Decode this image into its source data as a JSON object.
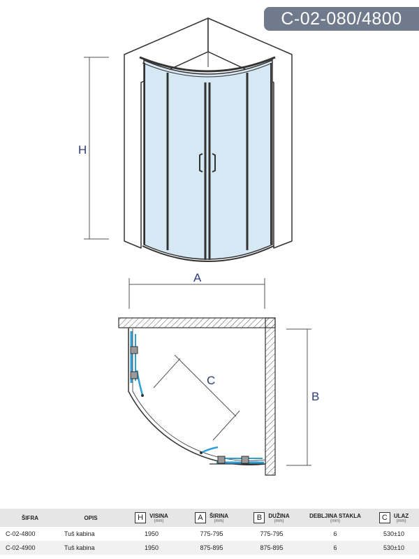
{
  "product_code": "C-02-080/4800",
  "dimension_labels": {
    "height": "H",
    "width": "A",
    "depth": "B",
    "entry": "C"
  },
  "table": {
    "headers": {
      "code": "ŠIFRA",
      "description": "OPIS",
      "height_marker": "H",
      "height": "VISINA",
      "width_marker": "A",
      "width": "ŠIRINA",
      "length_marker": "B",
      "length": "DUŽINA",
      "glass": "DEBLJINA STAKLA",
      "entry_marker": "C",
      "entry": "ULAZ",
      "unit": "(mm)"
    },
    "rows": [
      {
        "code": "C-02-4800",
        "description": "Tuš kabina",
        "height": "1950",
        "width": "775-795",
        "length": "775-795",
        "glass": "6",
        "entry": "530±10"
      },
      {
        "code": "C-02-4900",
        "description": "Tuš kabina",
        "height": "1950",
        "width": "875-895",
        "length": "875-895",
        "glass": "6",
        "entry": "530±10"
      }
    ]
  }
}
